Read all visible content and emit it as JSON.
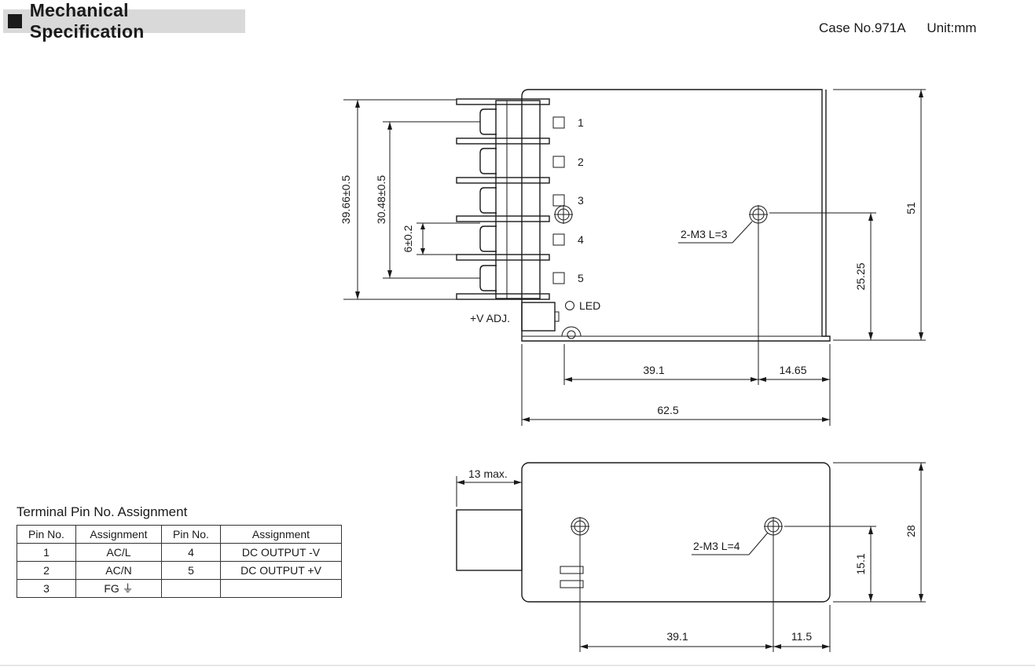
{
  "header": {
    "title": "Mechanical Specification",
    "case_no": "Case No.971A",
    "unit": "Unit:mm"
  },
  "top_view": {
    "dim_overall_pitch": "39.66±0.5",
    "dim_inner_pitch": "30.48±0.5",
    "dim_pin_pitch": "6±0.2",
    "pin_numbers": [
      "1",
      "2",
      "3",
      "4",
      "5"
    ],
    "led_label": "LED",
    "vadj_label": "+V ADJ.",
    "screw_label": "2-M3 L=3",
    "dim_height": "51",
    "dim_screw_height": "25.25",
    "dim_length": "62.5",
    "dim_screw_spacing": "39.1",
    "dim_screw_offset": "14.65"
  },
  "side_view": {
    "dim_terminal_max": "13 max.",
    "screw_label": "2-M3 L=4",
    "dim_height": "28",
    "dim_screw_height": "15.1",
    "dim_screw_spacing": "39.1",
    "dim_screw_offset": "11.5"
  },
  "pin_table": {
    "title": "Terminal Pin No.  Assignment",
    "headers": [
      "Pin No.",
      "Assignment",
      "Pin No.",
      "Assignment"
    ],
    "rows": [
      [
        "1",
        "AC/L",
        "4",
        "DC OUTPUT -V"
      ],
      [
        "2",
        "AC/N",
        "5",
        "DC OUTPUT +V"
      ],
      [
        "3",
        "FG ⏚",
        "",
        ""
      ]
    ]
  }
}
